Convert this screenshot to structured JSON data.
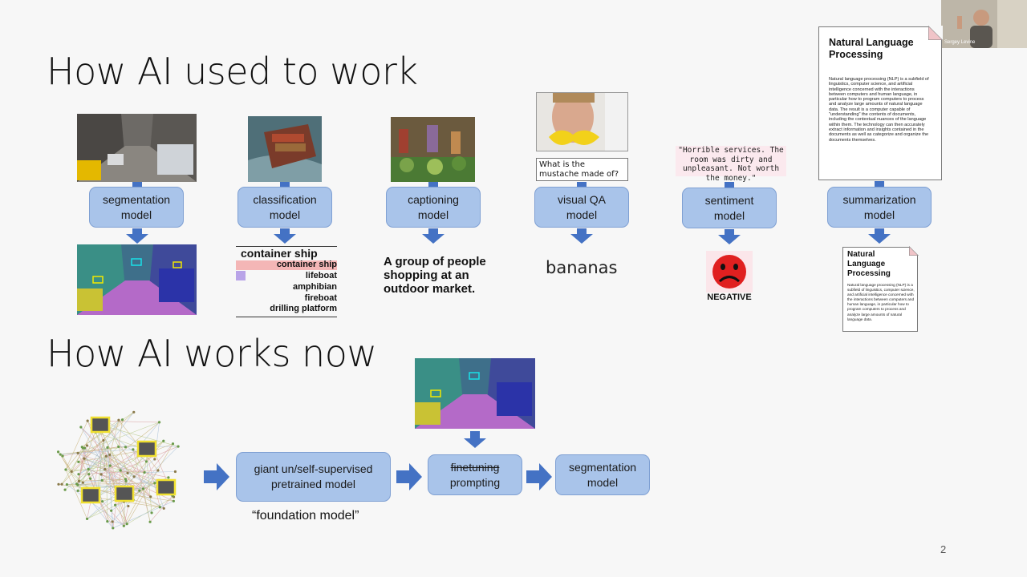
{
  "slide": {
    "title_old": "How AI used to work",
    "title_new": "How AI works now",
    "page_number": "2",
    "presenter_caption": "Sergey Levine"
  },
  "old_models": [
    {
      "line1": "segmentation",
      "line2": "model"
    },
    {
      "line1": "classification",
      "line2": "model"
    },
    {
      "line1": "captioning",
      "line2": "model"
    },
    {
      "line1": "visual QA",
      "line2": "model"
    },
    {
      "line1": "sentiment",
      "line2": "model"
    },
    {
      "line1": "summarization",
      "line2": "model"
    }
  ],
  "classification": {
    "top_label": "container ship",
    "labels": [
      "container ship",
      "lifeboat",
      "amphibian",
      "fireboat",
      "drilling platform"
    ]
  },
  "captioning": {
    "caption": "A group of people shopping at an outdoor market."
  },
  "vqa": {
    "question": "What is the mustache made of?",
    "answer": "bananas"
  },
  "sentiment": {
    "review": "\"Horrible services. The room was dirty and unpleasant. Not worth the money.\"",
    "label": "NEGATIVE"
  },
  "summarization": {
    "input_title": "Natural Language Processing",
    "input_text": "Natural language processing (NLP) is a subfield of linguistics, computer science, and artificial intelligence concerned with the interactions between computers and human language, in particular how to program computers to process and analyze large amounts of natural language data. The result is a computer capable of \"understanding\" the contents of documents, including the contextual nuances of the language within them. The technology can then accurately extract information and insights contained in the documents as well as categorize and organize the documents themselves.",
    "output_title": "Natural Language Processing",
    "output_text": "Natural language processing (NLP) is a subfield of linguistics, computer science, and artificial intelligence concerned with the interactions between computers and human language, in particular how to program computers to process and analyze large amounts of natural language data."
  },
  "new_pipeline": {
    "foundation_line1": "giant un/self-supervised",
    "foundation_line2": "pretrained model",
    "foundation_caption": "“foundation model”",
    "finetuning_struck": "finetuning",
    "prompting": "prompting",
    "result_line1": "segmentation",
    "result_line2": "model"
  },
  "colors": {
    "box_fill": "#a9c4ea",
    "box_border": "#7fa0d3",
    "arrow": "#4472c4",
    "negative_face": "#e02020"
  }
}
